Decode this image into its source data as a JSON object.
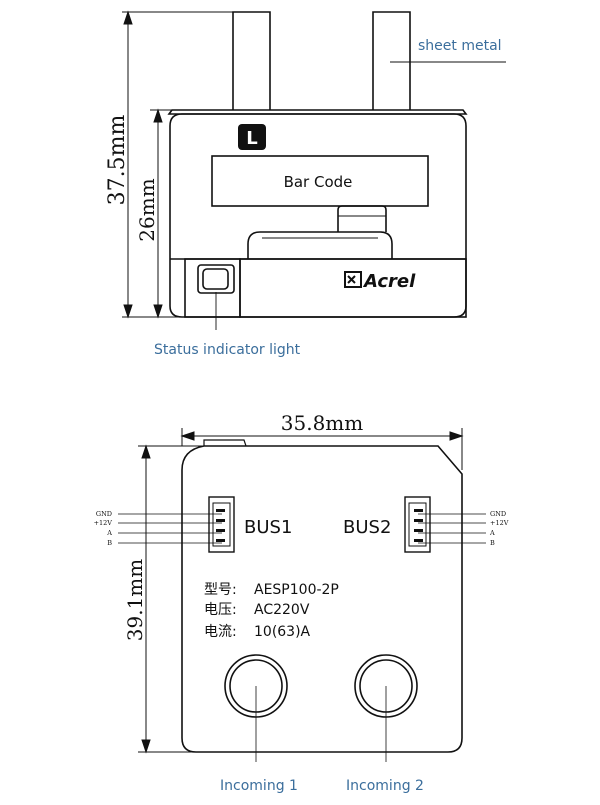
{
  "top_view": {
    "dim_height_total": "37.5mm",
    "dim_height_body": "26mm",
    "terminal_label": "L",
    "barcode_label": "Bar Code",
    "brand_name": "Acrel",
    "callouts": {
      "sheet_metal": "sheet metal",
      "status_light": "Status indicator light"
    }
  },
  "front_view": {
    "dim_width": "35.8mm",
    "dim_height": "39.1mm",
    "bus1": {
      "name": "BUS1",
      "pins": [
        "GND",
        "+12V",
        "A",
        "B"
      ]
    },
    "bus2": {
      "name": "BUS2",
      "pins": [
        "GND",
        "+12V",
        "A",
        "B"
      ]
    },
    "specs": [
      {
        "key": "型号:",
        "value": "AESP100-2P"
      },
      {
        "key": "电压:",
        "value": "AC220V"
      },
      {
        "key": "电流:",
        "value": "10(63)A"
      }
    ],
    "incoming_1": "Incoming 1",
    "incoming_2": "Incoming 2"
  },
  "colors": {
    "line": "#111111",
    "callout_text": "#3b6e9c"
  }
}
